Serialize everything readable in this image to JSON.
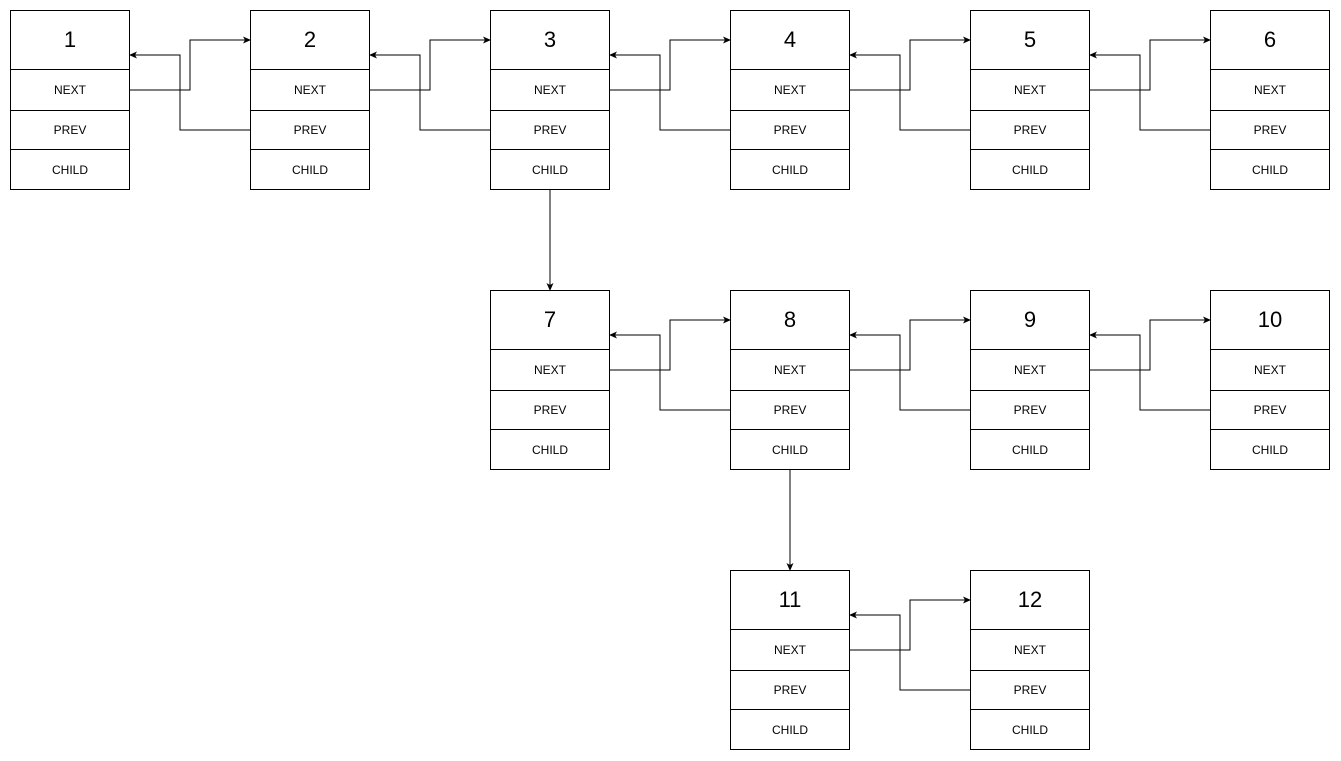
{
  "field_labels": {
    "next": "NEXT",
    "prev": "PREV",
    "child": "CHILD"
  },
  "nodes": [
    {
      "id": "1"
    },
    {
      "id": "2"
    },
    {
      "id": "3"
    },
    {
      "id": "4"
    },
    {
      "id": "5"
    },
    {
      "id": "6"
    },
    {
      "id": "7"
    },
    {
      "id": "8"
    },
    {
      "id": "9"
    },
    {
      "id": "10"
    },
    {
      "id": "11"
    },
    {
      "id": "12"
    }
  ],
  "links": [
    {
      "from": "1",
      "to": "2",
      "type": "next"
    },
    {
      "from": "2",
      "to": "1",
      "type": "prev"
    },
    {
      "from": "2",
      "to": "3",
      "type": "next"
    },
    {
      "from": "3",
      "to": "2",
      "type": "prev"
    },
    {
      "from": "3",
      "to": "4",
      "type": "next"
    },
    {
      "from": "4",
      "to": "3",
      "type": "prev"
    },
    {
      "from": "4",
      "to": "5",
      "type": "next"
    },
    {
      "from": "5",
      "to": "4",
      "type": "prev"
    },
    {
      "from": "5",
      "to": "6",
      "type": "next"
    },
    {
      "from": "6",
      "to": "5",
      "type": "prev"
    },
    {
      "from": "3",
      "to": "7",
      "type": "child"
    },
    {
      "from": "7",
      "to": "8",
      "type": "next"
    },
    {
      "from": "8",
      "to": "7",
      "type": "prev"
    },
    {
      "from": "8",
      "to": "9",
      "type": "next"
    },
    {
      "from": "9",
      "to": "8",
      "type": "prev"
    },
    {
      "from": "9",
      "to": "10",
      "type": "next"
    },
    {
      "from": "10",
      "to": "9",
      "type": "prev"
    },
    {
      "from": "8",
      "to": "11",
      "type": "child"
    },
    {
      "from": "11",
      "to": "12",
      "type": "next"
    },
    {
      "from": "12",
      "to": "11",
      "type": "prev"
    }
  ],
  "colors": {
    "stroke": "#000000",
    "fill": "#ffffff"
  }
}
